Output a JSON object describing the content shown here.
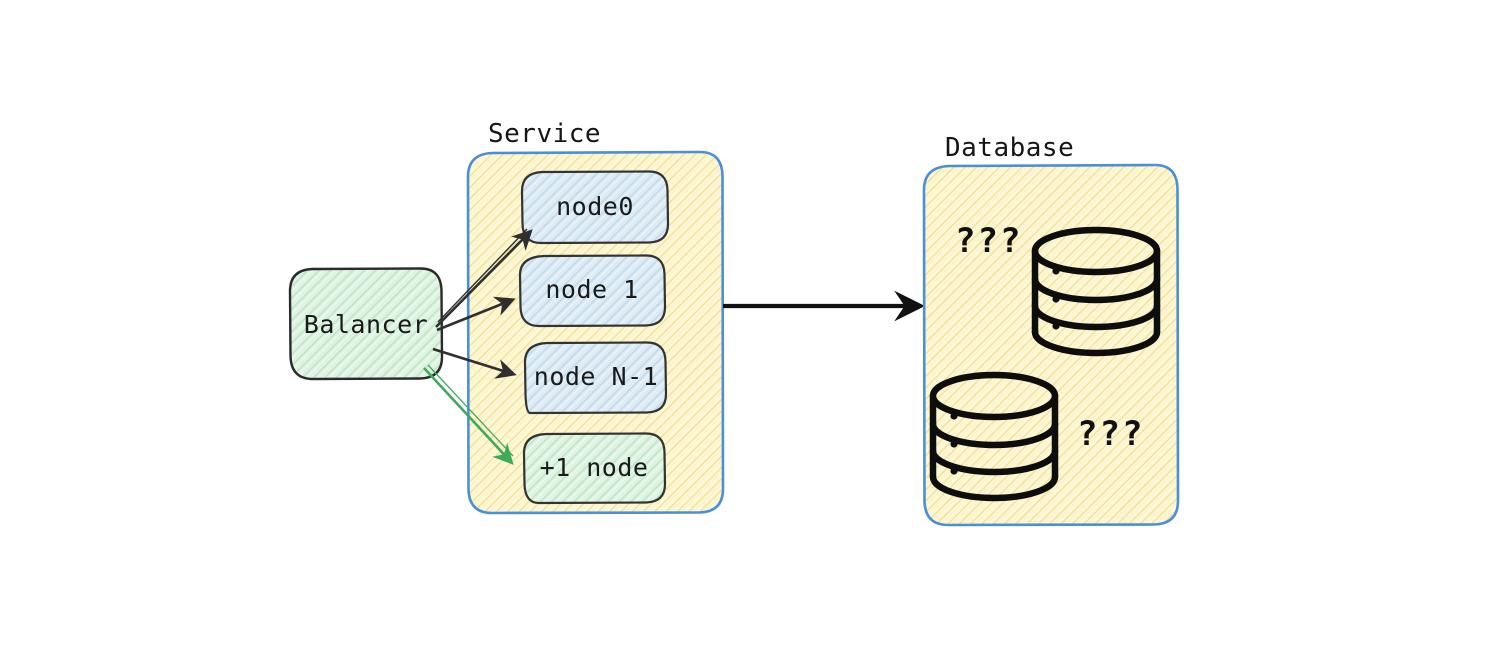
{
  "diagram": {
    "title_service": "Service",
    "title_database": "Database",
    "balancer": {
      "label": "Balancer",
      "fill": "#d5f0d8",
      "stroke": "#2b2b2b"
    },
    "service_group": {
      "label": "Service",
      "fill": "#fdf4cd",
      "stroke": "#4a90d9"
    },
    "database_group": {
      "label": "Database",
      "fill": "#fdf4cd",
      "stroke": "#4a90d9"
    },
    "nodes": [
      {
        "label": "node0",
        "fill": "#cfe1ee",
        "stroke": "#333333"
      },
      {
        "label": "node 1",
        "fill": "#cfe1ee",
        "stroke": "#333333"
      },
      {
        "label": "node N-1",
        "fill": "#cfe1ee",
        "stroke": "#333333"
      },
      {
        "label": "+1 node",
        "fill": "#cfebd2",
        "stroke": "#333333"
      }
    ],
    "db_icons": [
      {
        "name": "database-cylinder-upper",
        "bands": 3
      },
      {
        "name": "database-cylinder-lower",
        "bands": 3
      }
    ],
    "annotations": [
      {
        "label": "???",
        "position": "upper-left"
      },
      {
        "label": "???",
        "position": "lower-right"
      }
    ],
    "arrows": [
      {
        "name": "balancer-to-node0",
        "color": "#2f2f2f"
      },
      {
        "name": "balancer-to-node1",
        "color": "#2f2f2f"
      },
      {
        "name": "balancer-to-nodeN1",
        "color": "#2f2f2f"
      },
      {
        "name": "balancer-to-newnode",
        "color": "#3faa5a"
      },
      {
        "name": "service-to-database",
        "color": "#111111"
      }
    ]
  }
}
